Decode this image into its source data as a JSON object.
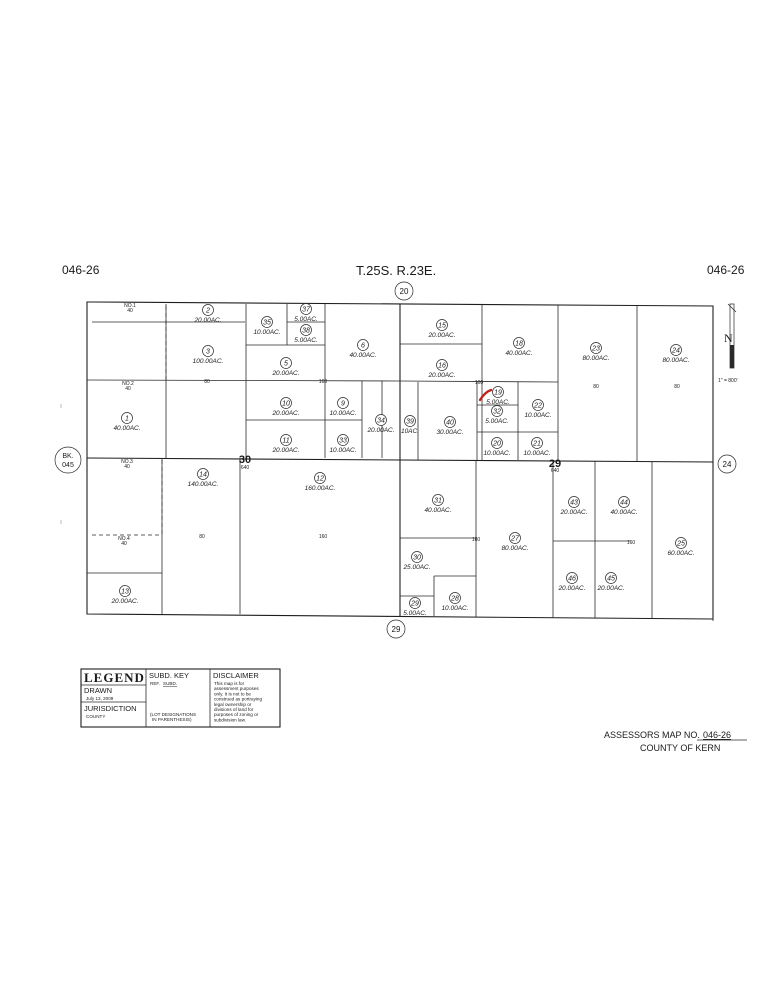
{
  "header": {
    "page_left": "046-26",
    "township": "T.25S. R.23E.",
    "page_right": "046-26"
  },
  "sections": {
    "s30": "30",
    "s29": "29"
  },
  "section_sublabels": {
    "s30": "640",
    "s29": "640"
  },
  "ref_circles": {
    "top": "20",
    "bottom": "29",
    "right": "24",
    "left_line1": "BK.",
    "left_line2": "045"
  },
  "north": {
    "letter": "N",
    "scale": "1\" = 800'"
  },
  "lot_labels": {
    "no1": "NO.1",
    "no1_size": "40",
    "no2": "NO.2",
    "no2_size": "40",
    "no3": "NO.3",
    "no3_size": "40",
    "no4": "NO.4",
    "no4_size": "40"
  },
  "quarter_sizes": {
    "q1": "80",
    "q2": "160",
    "q3": "80",
    "q4": "80",
    "q5": "80",
    "q6": "160",
    "q7": "160",
    "q8": "160",
    "q9": "160"
  },
  "parcels": [
    {
      "num": "1",
      "acres": "40.00AC."
    },
    {
      "num": "2",
      "acres": "20.00AC."
    },
    {
      "num": "3",
      "acres": "100.00AC."
    },
    {
      "num": "5",
      "acres": "20.00AC."
    },
    {
      "num": "6",
      "acres": "40.00AC."
    },
    {
      "num": "9",
      "acres": "10.00AC."
    },
    {
      "num": "10",
      "acres": "20.00AC."
    },
    {
      "num": "11",
      "acres": "20.00AC."
    },
    {
      "num": "12",
      "acres": "160.00AC."
    },
    {
      "num": "13",
      "acres": "20.00AC."
    },
    {
      "num": "14",
      "acres": "140.00AC."
    },
    {
      "num": "15",
      "acres": "20.00AC."
    },
    {
      "num": "16",
      "acres": "20.00AC."
    },
    {
      "num": "18",
      "acres": "40.00AC."
    },
    {
      "num": "19",
      "acres": "5.00AC."
    },
    {
      "num": "20",
      "acres": "10.00AC."
    },
    {
      "num": "21",
      "acres": "10.00AC."
    },
    {
      "num": "22",
      "acres": "10.00AC."
    },
    {
      "num": "23",
      "acres": "80.00AC."
    },
    {
      "num": "24",
      "acres": "80.00AC."
    },
    {
      "num": "25",
      "acres": "60.00AC."
    },
    {
      "num": "27",
      "acres": "80.00AC."
    },
    {
      "num": "28",
      "acres": "10.00AC."
    },
    {
      "num": "29",
      "acres": "5.00AC."
    },
    {
      "num": "30",
      "acres": "25.00AC."
    },
    {
      "num": "31",
      "acres": "40.00AC."
    },
    {
      "num": "32",
      "acres": "5.00AC."
    },
    {
      "num": "33",
      "acres": "10.00AC."
    },
    {
      "num": "34",
      "acres": "20.00AC."
    },
    {
      "num": "35",
      "acres": "10.00AC."
    },
    {
      "num": "37",
      "acres": "5.00AC."
    },
    {
      "num": "38",
      "acres": "5.00AC."
    },
    {
      "num": "39",
      "acres": "10AC."
    },
    {
      "num": "40",
      "acres": "30.00AC."
    },
    {
      "num": "43",
      "acres": "20.00AC."
    },
    {
      "num": "44",
      "acres": "40.00AC."
    },
    {
      "num": "45",
      "acres": "20.00AC."
    },
    {
      "num": "46",
      "acres": "20.00AC."
    }
  ],
  "legend": {
    "title": "LEGEND",
    "drawn_label": "DRAWN",
    "drawn_date": "July 13, 2009",
    "jurisdiction_label": "JURISDICTION",
    "jurisdiction_value": "COUNTY",
    "subd_key_label": "SUBD. KEY",
    "subd_ref": "REF.",
    "subd_val": "SUBD.",
    "lot_note_1": "(LOT DESIGNATIONS",
    "lot_note_2": "IN PARENTHESIS)",
    "disclaimer_label": "DISCLAIMER",
    "disclaimer_lines": [
      "This map is for",
      "assessment purposes",
      "only. It is not to be",
      "construed as portraying",
      "legal ownership or",
      "divisions of land for",
      "purposes of zoning or",
      "subdivision law."
    ]
  },
  "footer": {
    "map_label": "ASSESSORS MAP NO.",
    "map_no": "046-26",
    "county": "COUNTY OF KERN"
  },
  "colors": {
    "marker": "#c0221b",
    "ink": "#1a1a1a"
  }
}
